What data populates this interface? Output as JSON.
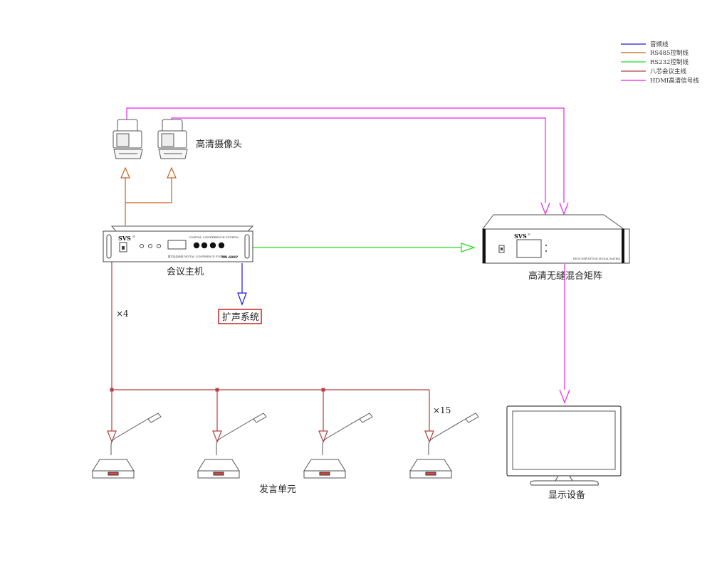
{
  "legend": [
    {
      "label": "音频线",
      "color": "#1a1adb"
    },
    {
      "label": "RS485控制线",
      "color": "#c8621e"
    },
    {
      "label": "RS232控制线",
      "color": "#22dd22"
    },
    {
      "label": "八芯会议主线",
      "color": "#b54040"
    },
    {
      "label": "HDMI高清信号线",
      "color": "#ee22ee"
    }
  ],
  "labels": {
    "camera": "高清摄像头",
    "host": "会议主机",
    "speaker_system": "扩声系统",
    "matrix": "高清无缝混合矩阵",
    "display": "显示设备",
    "units": "发言单元",
    "count_host": "×4",
    "count_units": "×15"
  },
  "host_panel": {
    "brand": "SVS",
    "title": "DIGITAL CONFERENCE SYSTEM",
    "subtitle": "数字会议系统 DIGITAL CONFERENCE SYSTEM",
    "model": "MS-600P"
  },
  "matrix_panel": {
    "brand": "SVS",
    "subtitle": "HIGH DEFINITION SIGNAL MATRIX"
  }
}
